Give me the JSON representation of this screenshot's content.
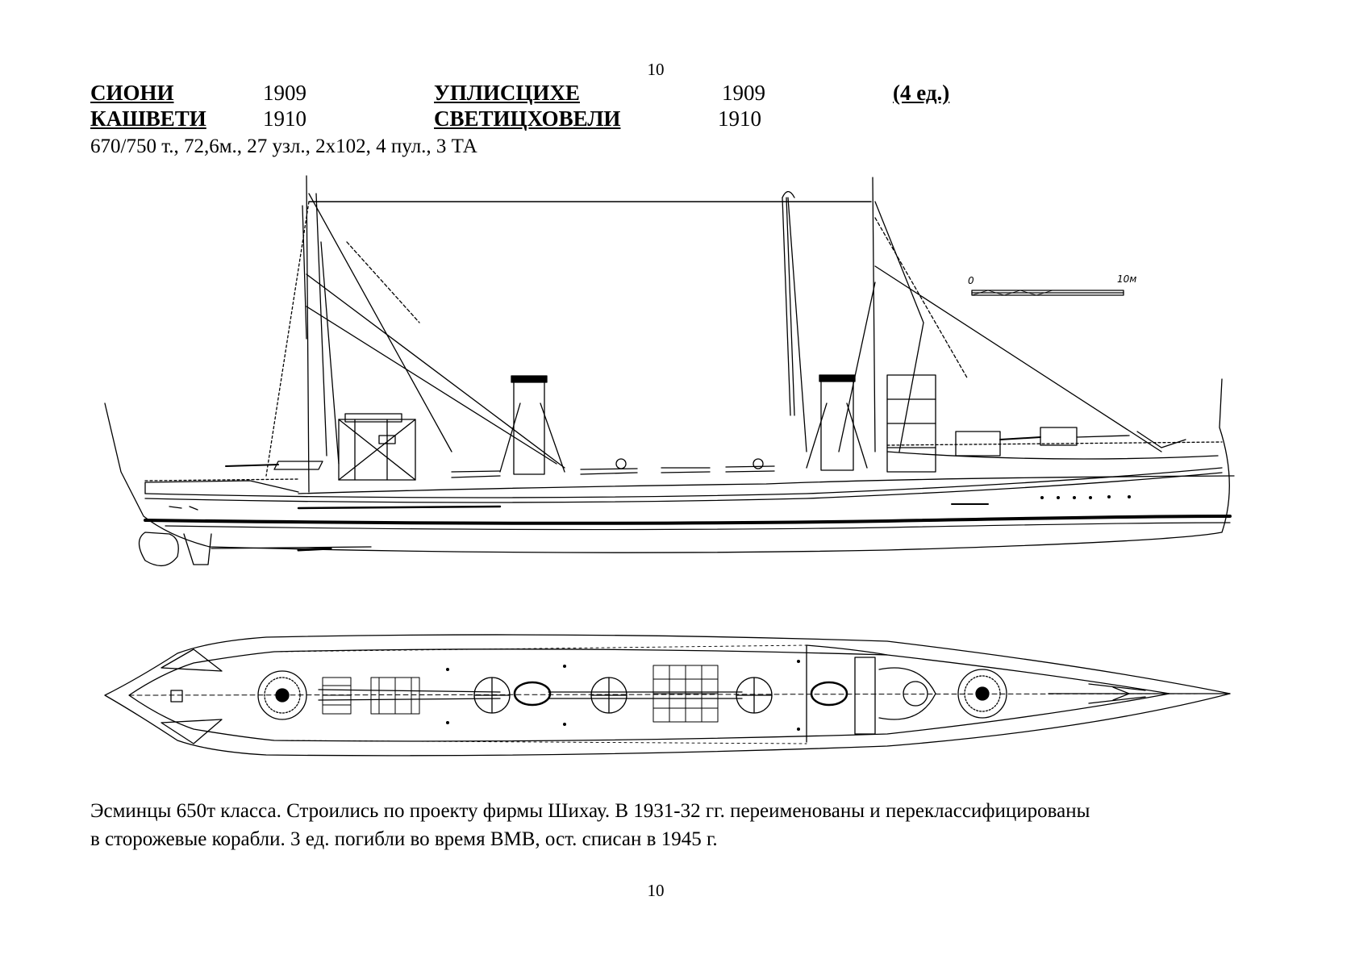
{
  "page_number_top": "10",
  "page_number_bottom": "10",
  "ships": [
    {
      "name": "СИОНИ",
      "year": "1909"
    },
    {
      "name": "УПЛИСЦИХЕ",
      "year": "1909"
    },
    {
      "name": "КАШВЕТИ",
      "year": "1910"
    },
    {
      "name": "СВЕТИЦХОВЕЛИ",
      "year": "1910"
    }
  ],
  "units": "(4 ед.)",
  "specs": "670/750 т., 72,6м., 27 узл., 2х102, 4 пул., 3 ТА",
  "drawing": {
    "scale_start": "0",
    "scale_end": "10м"
  },
  "caption": [
    "Эсминцы 650т класса. Строились по проекту фирмы Шихау. В 1931-32 гг. переименованы и переклассифицированы",
    "в сторожевые корабли. 3 ед. погибли во время ВМВ, ост. списан в 1945 г."
  ]
}
